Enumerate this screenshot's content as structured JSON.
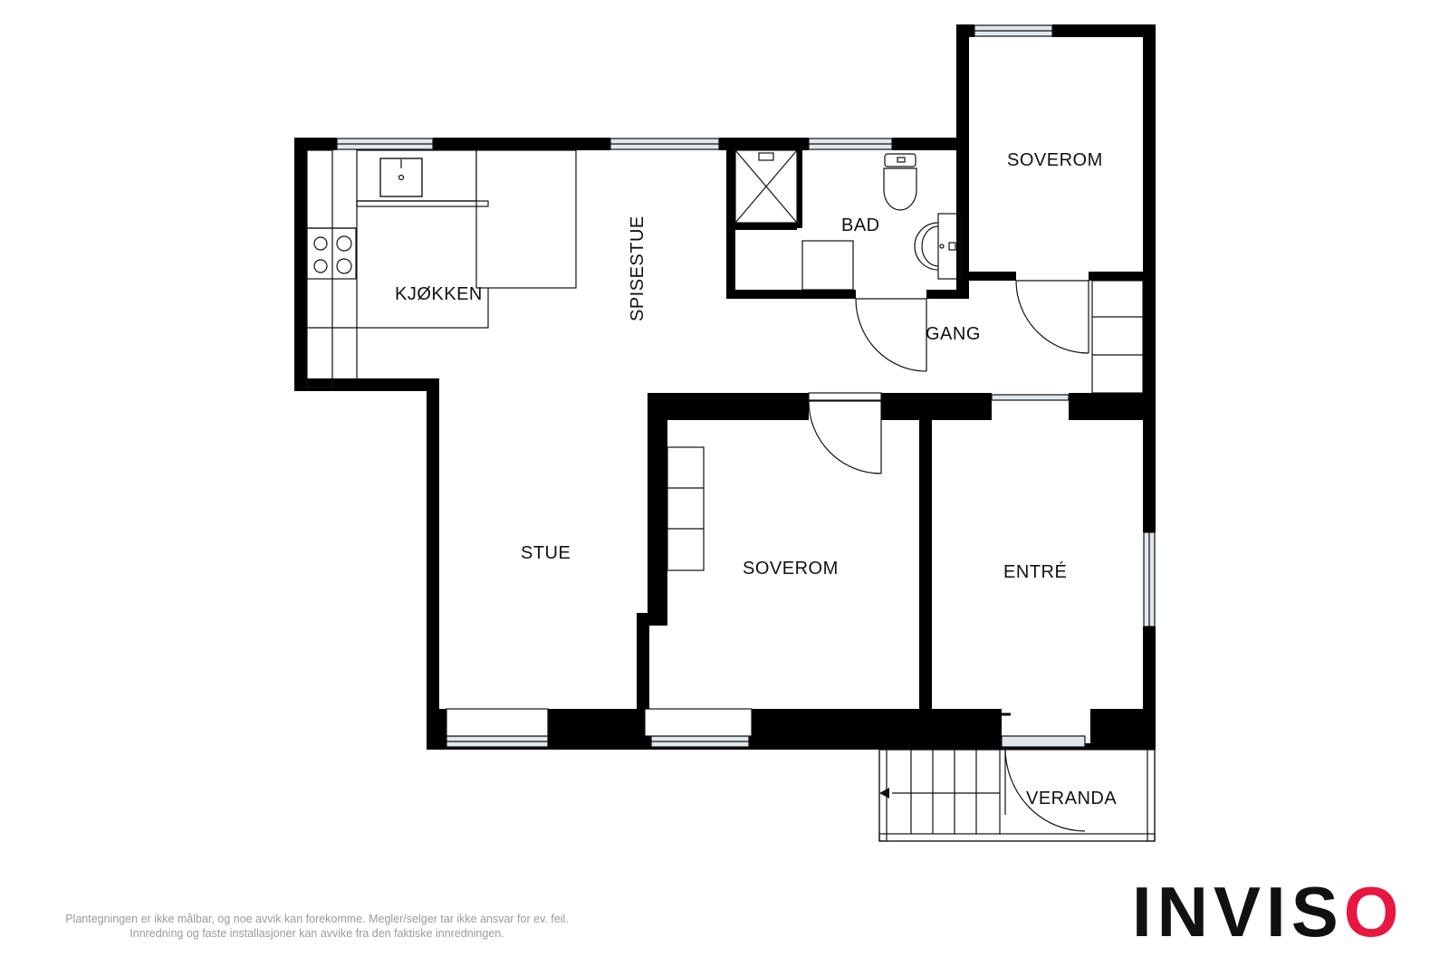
{
  "rooms": {
    "kitchen": "KJØKKEN",
    "dining": "SPISESTUE",
    "bath": "BAD",
    "bedroom_top": "SOVEROM",
    "hallway": "GANG",
    "living": "STUE",
    "bedroom_mid": "SOVEROM",
    "entrance": "ENTRÉ",
    "veranda": "VERANDA"
  },
  "disclaimer": {
    "line1": "Plantegningen er ikke målbar, og noe avvik kan forekomme. Megler/selger tar ikke ansvar for ev. feil.",
    "line2": "Innredning og faste installasjoner kan avvike fra den faktiske innredningen."
  },
  "logo": {
    "text_main": "INVIS",
    "text_o": "O",
    "o_color": "#e8173f"
  },
  "colors": {
    "wall": "#000000",
    "window": "#dfe8ee",
    "line": "#111111"
  }
}
